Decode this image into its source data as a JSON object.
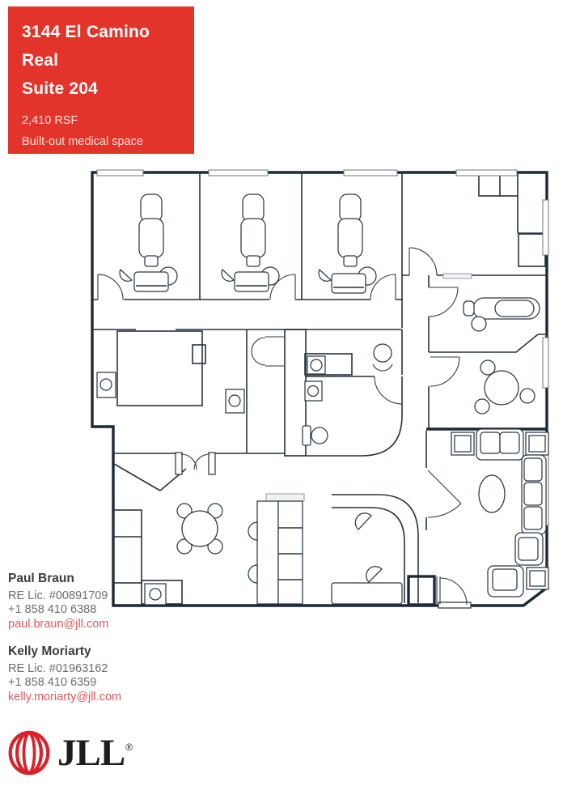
{
  "header": {
    "address_line1": "3144 El Camino Real",
    "address_line2": "Suite 204",
    "size": "2,410 RSF",
    "description": "Built-out medical space",
    "bg_color": "#e2342b"
  },
  "contacts": [
    {
      "name": "Paul Braun",
      "license": "RE Lic. #00891709",
      "phone": "+1 858 410 6388",
      "email": "paul.braun@jll.com"
    },
    {
      "name": "Kelly Moriarty",
      "license": "RE Lic. #01963162",
      "phone": "+1 858 410 6359",
      "email": "kelly.moriarty@jll.com"
    }
  ],
  "logo": {
    "text": "JLL",
    "registered": "®",
    "mark_color": "#d8232a"
  },
  "colors": {
    "accent_red": "#e2342b",
    "link_red": "#e2565e",
    "wall": "#1d2936",
    "logo_red": "#d8232a"
  }
}
